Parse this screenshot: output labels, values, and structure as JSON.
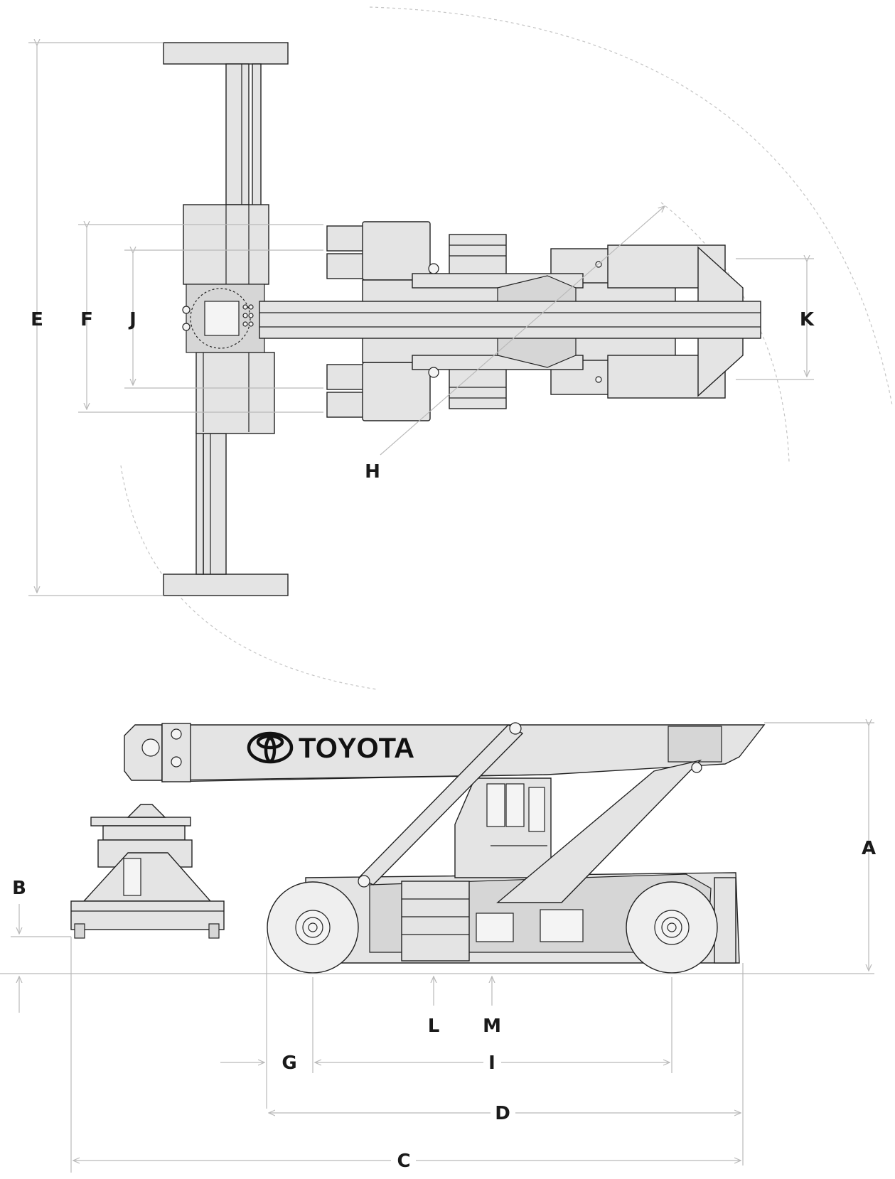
{
  "brand": {
    "text": "TOYOTA"
  },
  "dimension_labels": {
    "A": "A",
    "B": "B",
    "C": "C",
    "D": "D",
    "E": "E",
    "F": "F",
    "G": "G",
    "H": "H",
    "I": "I",
    "J": "J",
    "K": "K",
    "L": "L",
    "M": "M"
  },
  "colors": {
    "body_fill": "#e4e4e4",
    "outline": "#222222",
    "dimension_line": "#b9b9b9"
  },
  "views": [
    "top-view",
    "side-view"
  ]
}
